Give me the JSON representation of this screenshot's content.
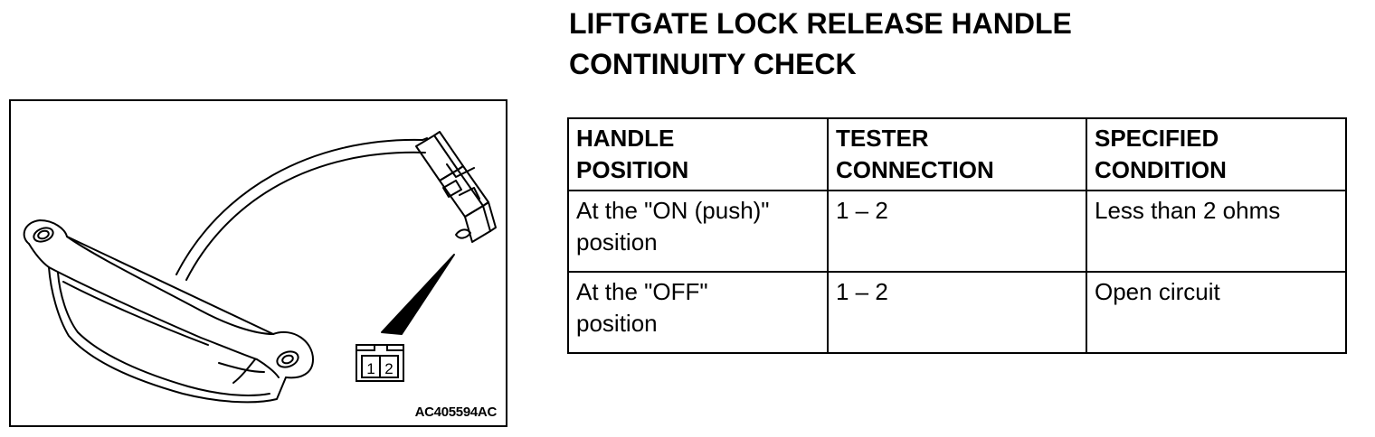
{
  "title_line1": "LIFTGATE LOCK RELEASE HANDLE",
  "title_line2": "CONTINUITY CHECK",
  "figure": {
    "code": "AC405594AC",
    "connector_pins": [
      "1",
      "2"
    ]
  },
  "table": {
    "headers": [
      {
        "line1": "HANDLE",
        "line2": "POSITION"
      },
      {
        "line1": "TESTER",
        "line2": "CONNECTION"
      },
      {
        "line1": "SPECIFIED",
        "line2": "CONDITION"
      }
    ],
    "rows": [
      {
        "handle_position_line1": "At the \"ON (push)\"",
        "handle_position_line2": "position",
        "tester_connection": "1 – 2",
        "specified_condition": "Less than 2 ohms"
      },
      {
        "handle_position_line1": "At the \"OFF\"",
        "handle_position_line2": "position",
        "tester_connection": "1 – 2",
        "specified_condition": "Open circuit"
      }
    ]
  }
}
